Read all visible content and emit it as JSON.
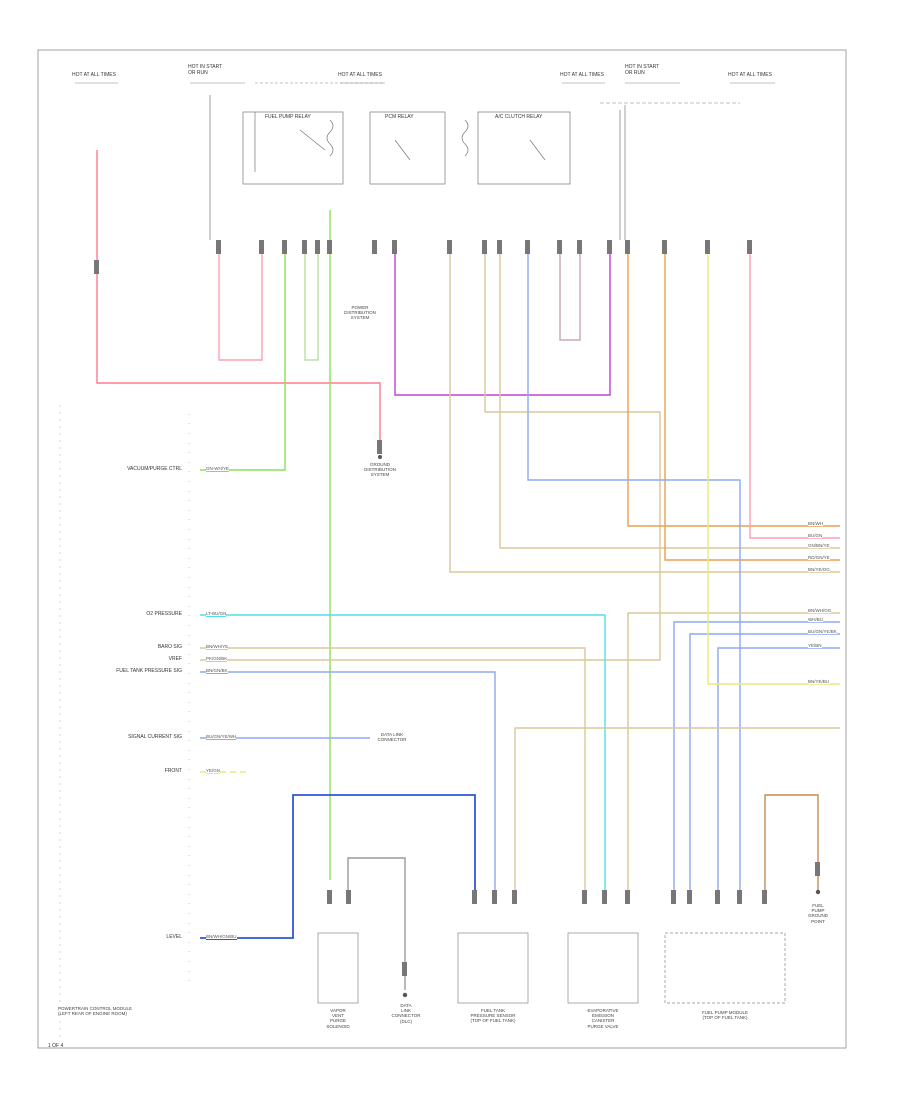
{
  "wire_colors": {
    "red": "#ff7a8a",
    "pink": "#ff9fb3",
    "green": "#8be05b",
    "cyan": "#4fe0e8",
    "magenta": "#c040d8",
    "blue": "#8fa8f0",
    "dark_blue": "#2f55d6",
    "tan": "#d8c89a",
    "yellow": "#e8ea78",
    "brown": "#c58a50",
    "orange": "#e8a050",
    "gray": "#9a9a9a"
  },
  "left_pins": [
    {
      "label": "VACUUM/PURGE CTRL",
      "badge": "GN-WH/YE"
    },
    {
      "label": "O2 PRESSURE",
      "badge": "LT-BU/GN"
    },
    {
      "label": "BARO SIG",
      "badge": "BN/WH/YE"
    },
    {
      "label": "VREF",
      "badge": "PK/GN/BK"
    },
    {
      "label": "FUEL TANK PRESSURE SIG",
      "badge": "BN/GN/BK"
    },
    {
      "label": "SIGNAL CURRENT SIG",
      "badge": "BU/GN/YE/WH"
    },
    {
      "label": "FRONT",
      "badge": "YE/GN"
    },
    {
      "label": "LEVEL",
      "badge": "BN/WH/GN/BU"
    }
  ],
  "bottom_labels": {
    "module": "POWERTRAIN CONTROL MODULE\n(LEFT REAR OF ENGINE ROOM)",
    "sensor1": "VAPOR\nVENT\nPURGE\nSOLENOID",
    "sensor2": "DATA\nLINK\nCONNECTOR\n(DLC)",
    "sensor3": "FUEL TANK\nPRESSURE SENSOR\n(TOP OF FUEL TANK)",
    "sensor4": "EVAPORATIVE\nEMISSION\nCANISTER\nPURGE VALVE",
    "sensor5": "FUEL PUMP MODULE\n(TOP OF FUEL TANK)",
    "right_ground": "FUEL\nPUMP\nGROUND\nPOINT"
  },
  "top_labels": {
    "fuse1": "HOT AT ALL TIMES",
    "fuse2": "HOT IN START\nOR RUN",
    "fuse3": "HOT AT ALL TIMES",
    "fuse4": "HOT AT ALL TIMES",
    "fuse5": "HOT IN START\nOR RUN",
    "fuse6": "HOT AT ALL TIMES",
    "relay1": "FUEL PUMP RELAY",
    "relay2": "PCM RELAY",
    "relay3": "A/C CLUTCH RELAY"
  },
  "center_labels": {
    "splice1": "POWER DISTRIBUTION SYSTEM",
    "splice2": "GROUND DISTRIBUTION SYSTEM",
    "splice3": "DATA LINK CONNECTOR"
  },
  "right_terminals": [
    {
      "label": "BN/WH"
    },
    {
      "label": "BU/GN"
    },
    {
      "label": "GN/BN/YE"
    },
    {
      "label": "RD/GN/YE"
    },
    {
      "label": "BN/YE/OG"
    },
    {
      "label": "BN/WH/OG"
    },
    {
      "label": "WH/BU"
    },
    {
      "label": "BU/GN/YE/BK"
    },
    {
      "label": "YE/BN"
    },
    {
      "label": "BN/YE/BU"
    }
  ],
  "page_footer": "1 OF 4"
}
